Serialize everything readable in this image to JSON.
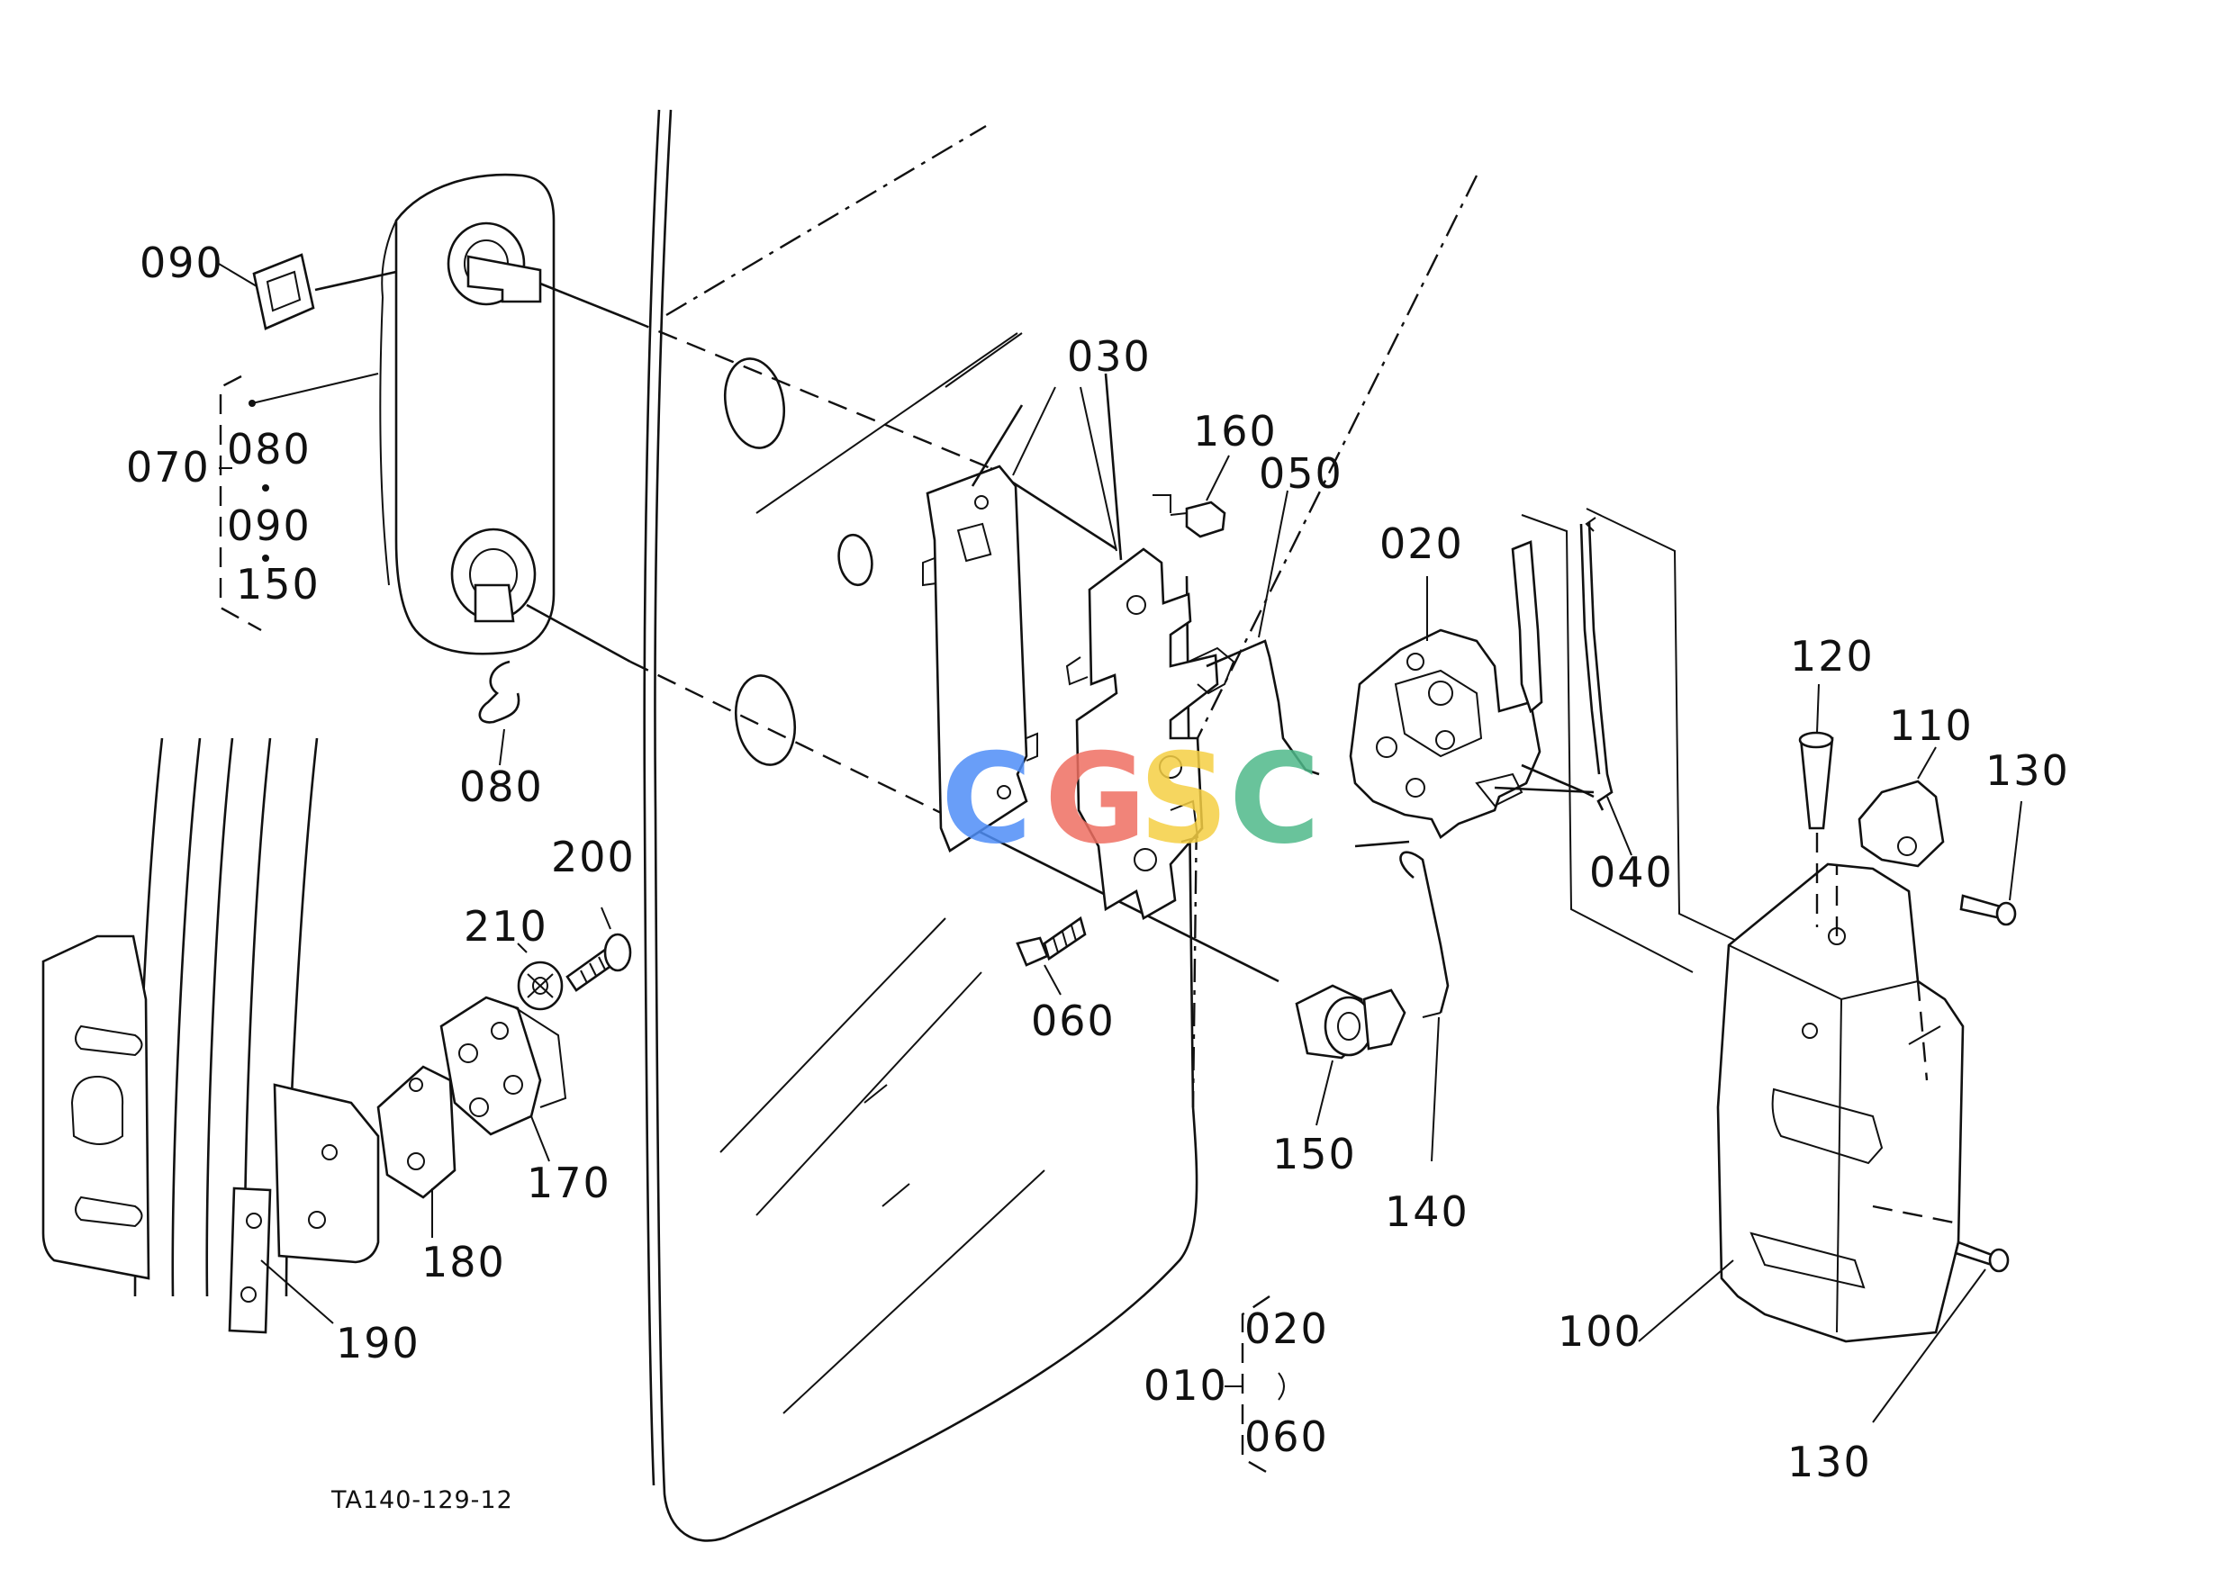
{
  "drawing_code": "TA140-129-12",
  "watermark": {
    "letters": [
      "C",
      "G",
      "S",
      "C"
    ],
    "colors": [
      "#4f8ef7",
      "#ef6f62",
      "#f5cf44",
      "#4fb98a"
    ]
  },
  "callouts": {
    "p090_top": "090",
    "p070": "070",
    "p080_group": "080",
    "p090_group": "090",
    "p150_group": "150",
    "p080_clip": "080",
    "p200": "200",
    "p210": "210",
    "p170": "170",
    "p180": "180",
    "p190": "190",
    "p030": "030",
    "p160": "160",
    "p050": "050",
    "p020": "020",
    "p060": "060",
    "p150": "150",
    "p140": "140",
    "p040": "040",
    "p120": "120",
    "p110": "110",
    "p130_top": "130",
    "p100": "100",
    "p130_bottom": "130",
    "p010": "010",
    "p020_group": "020",
    "p060_group": "060"
  }
}
